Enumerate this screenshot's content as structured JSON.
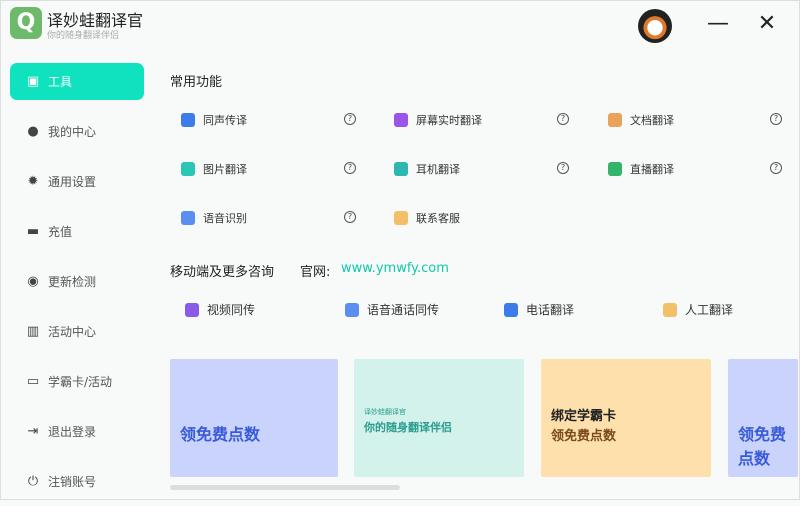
{
  "app": {
    "title": "译妙蛙翻译官",
    "subtitle": "你的随身翻译伴侣",
    "logo_letter": "Q"
  },
  "window": {
    "minimize": "—",
    "close": "✕"
  },
  "sidebar": {
    "items": [
      {
        "label": "工具",
        "icon": "toolbox-icon",
        "glyph": "▣",
        "active": true
      },
      {
        "label": "我的中心",
        "icon": "user-icon",
        "glyph": "●"
      },
      {
        "label": "通用设置",
        "icon": "gear-icon",
        "glyph": "✹"
      },
      {
        "label": "充值",
        "icon": "wallet-icon",
        "glyph": "▬"
      },
      {
        "label": "更新检测",
        "icon": "update-icon",
        "glyph": "◉"
      },
      {
        "label": "活动中心",
        "icon": "gift-icon",
        "glyph": "▥"
      },
      {
        "label": "学霸卡/活动",
        "icon": "card-icon",
        "glyph": "▭"
      },
      {
        "label": "退出登录",
        "icon": "logout-icon",
        "glyph": "⇥"
      },
      {
        "label": "注销账号",
        "icon": "power-icon",
        "glyph": "⏻"
      }
    ]
  },
  "common": {
    "title": "常用功能",
    "items": [
      {
        "label": "同声传译",
        "color": "#3d7bea",
        "help": "?"
      },
      {
        "label": "屏幕实时翻译",
        "color": "#9b55e8",
        "help": "?"
      },
      {
        "label": "文档翻译",
        "color": "#e9a25a",
        "help": "?"
      },
      {
        "label": "图片翻译",
        "color": "#2cc6b5",
        "help": "?"
      },
      {
        "label": "耳机翻译",
        "color": "#2cb8b0",
        "help": "?"
      },
      {
        "label": "直播翻译",
        "color": "#34b36a",
        "help": "?"
      },
      {
        "label": "语音识别",
        "color": "#5a8ff0",
        "help": "?"
      },
      {
        "label": "联系客服",
        "color": "#f3c06a"
      }
    ]
  },
  "mobile": {
    "title": "移动端及更多咨询",
    "site_label": "官网:",
    "site_url": "www.ymwfy.com",
    "items": [
      {
        "label": "视频同传",
        "color": "#8a5be8"
      },
      {
        "label": "语音通话同传",
        "color": "#5a8ff0"
      },
      {
        "label": "电话翻译",
        "color": "#3d7bea"
      },
      {
        "label": "人工翻译",
        "color": "#f3c06a"
      }
    ]
  },
  "banners": [
    {
      "title": "领免费点数",
      "color": "#c9d3fb",
      "text_color": "#3a5bd8"
    },
    {
      "subtitle": "译妙蛙翻译官",
      "title": "你的随身翻译伴侣",
      "color": "#d4f2ec",
      "text_color": "#2a9d8f"
    },
    {
      "title": "绑定学霸卡",
      "title2": "领免费点数",
      "color": "#fde0ab",
      "text_color": "#7a4a1a"
    },
    {
      "title": "领免费点数",
      "color": "#c9d3fb",
      "text_color": "#3a5bd8"
    }
  ]
}
